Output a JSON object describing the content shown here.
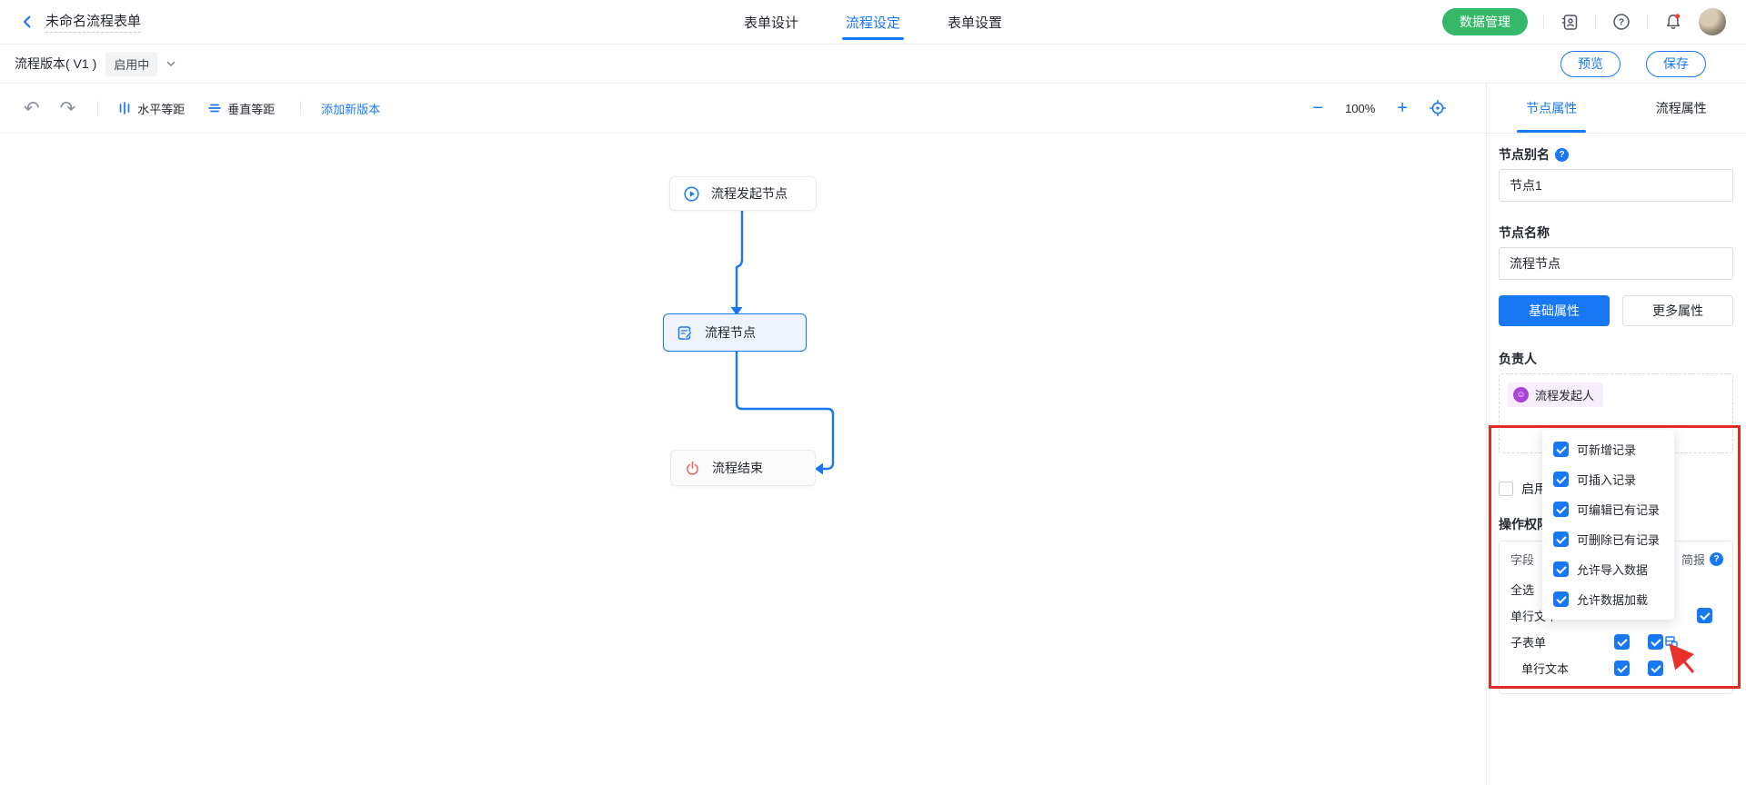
{
  "header": {
    "title": "未命名流程表单",
    "tabs": [
      "表单设计",
      "流程设定",
      "表单设置"
    ],
    "data_manage_button": "数据管理"
  },
  "version_bar": {
    "label": "流程版本( V1 )",
    "status": "启用中",
    "preview": "预览",
    "save": "保存"
  },
  "toolbar": {
    "h_space": "水平等距",
    "v_space": "垂直等距",
    "add_version": "添加新版本",
    "zoom": "100%"
  },
  "flow": {
    "start_node": "流程发起节点",
    "process_node": "流程节点",
    "end_node": "流程结束"
  },
  "panel": {
    "tab_node": "节点属性",
    "tab_flow": "流程属性",
    "alias_label": "节点别名",
    "alias_value": "节点1",
    "name_label": "节点名称",
    "name_value": "流程节点",
    "basic_btn": "基础属性",
    "more_btn": "更多属性",
    "owner_label": "负责人",
    "owner_tag": "流程发起人",
    "enable_label": "启用",
    "perm_label": "操作权限",
    "table": {
      "col_field": "字段",
      "col_brief": "简报",
      "rows": [
        {
          "label": "全选"
        },
        {
          "label": "单行文本"
        },
        {
          "label": "子表单"
        },
        {
          "label": "单行文本"
        }
      ]
    }
  },
  "dropdown": {
    "items": [
      "可新增记录",
      "可插入记录",
      "可编辑已有记录",
      "可删除已有记录",
      "允许导入数据",
      "允许数据加载"
    ]
  },
  "colors": {
    "primary": "#1878f3",
    "green": "#35b968",
    "annotation_red": "#e02b24",
    "selected_node_bg": "#eef4fe",
    "owner_tag_bg": "#f7eefb"
  }
}
